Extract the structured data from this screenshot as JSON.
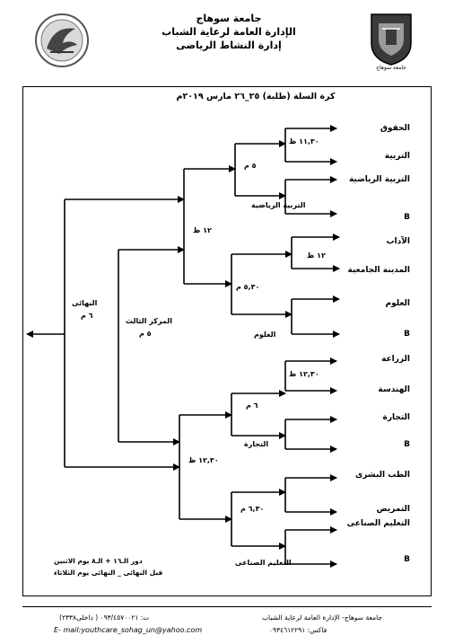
{
  "header": {
    "line1": "جامعة سوهاج",
    "line2": "الإدارة العامة لرعاية الشباب",
    "line3": "إدارة النشاط الرياضى",
    "logo_right_caption": "جامعة سوهاج"
  },
  "title": "كرة السلة (طلبة) ٢٥_٢٦ مارس ٢٠١٩م",
  "teams": [
    "الحقوق",
    "التربية",
    "التربية الرياضية",
    "B",
    "الآداب",
    "المدينة الجامعية",
    "العلوم",
    "B",
    "الزراعة",
    "الهندسة",
    "التجارة",
    "B",
    "الطب البشرى",
    "التمريض",
    "التعليم الصناعى",
    "B"
  ],
  "times": {
    "r1_t1": "١١,٣٠ ظ",
    "r1_t3": "١٢ ظ",
    "r1_t5": "١٢,٣٠ ظ",
    "r2_t1": "٥ م",
    "r2_t2": "٥,٣٠ م",
    "r2_t3": "٦ م",
    "r2_t4": "٦,٣٠ م",
    "r3_t1": "١٢ ظ",
    "r3_t2": "١٢,٣٠ ظ"
  },
  "winners": {
    "w1": "التربية الرياضية",
    "w2": "العلوم",
    "w3": "التجارة",
    "w4": "التعليم الصناعى"
  },
  "third_place": {
    "label": "المركز الثالث",
    "time": "٥ م"
  },
  "final": {
    "label": "النهائى",
    "time": "٦ م"
  },
  "notes": {
    "line1": "دور الـ١٦ + الـ٨ يوم الاثنين",
    "line2": "قبل النهائى _ النهائى يوم الثلاثاء"
  },
  "footer": {
    "org": "جامعة سوهاج- الإدارة العامة لرعاية الشباب",
    "phone": "ت: ٠٩٣/٤٥٧٠٠٢١ ( داخلى٢٣٣٨)",
    "fax": "فاكس: ٠٩٣٤٦١٢٢٩١",
    "email": "E- mail:youthcare_sohag_un@yahoo.com"
  }
}
